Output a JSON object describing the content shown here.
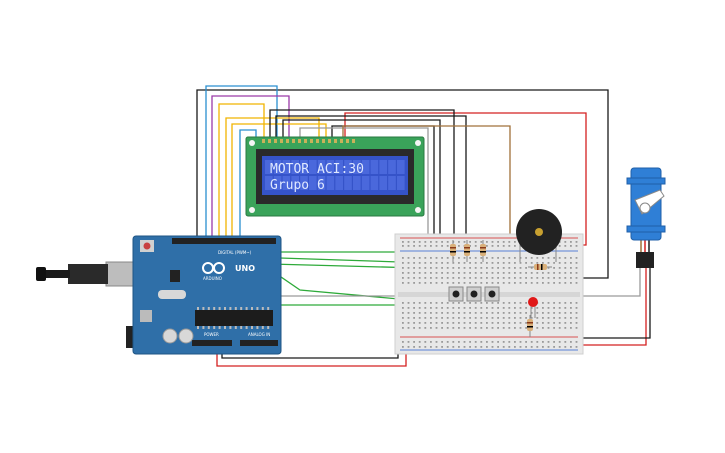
{
  "lcd": {
    "line1": "MOTOR ACI:30",
    "line2": "Grupo 6"
  },
  "arduino": {
    "model": "UNO",
    "brand": "ARDUINO",
    "digital_label": "DIGITAL (PWM~)",
    "power_label": "POWER",
    "analog_label": "ANALOG IN"
  },
  "colors": {
    "board": "#2f6fa8",
    "lcd_pcb": "#3aa35a",
    "lcd_screen": "#3553c9",
    "breadboard": "#e8e8e8",
    "wire_black": "#1a1a1a",
    "wire_red": "#d42020",
    "wire_green": "#2eaa3a",
    "wire_yellow": "#f0b400",
    "wire_blue": "#2a8fd0",
    "wire_purple": "#9a3aa8",
    "wire_grey": "#9a9a9a",
    "wire_brown": "#a0703a",
    "servo": "#2f7fd6",
    "buzzer": "#222222",
    "led": "#e01818"
  },
  "icons": {
    "usb": "usb-connector-icon",
    "logo": "infinity-logo-icon"
  }
}
